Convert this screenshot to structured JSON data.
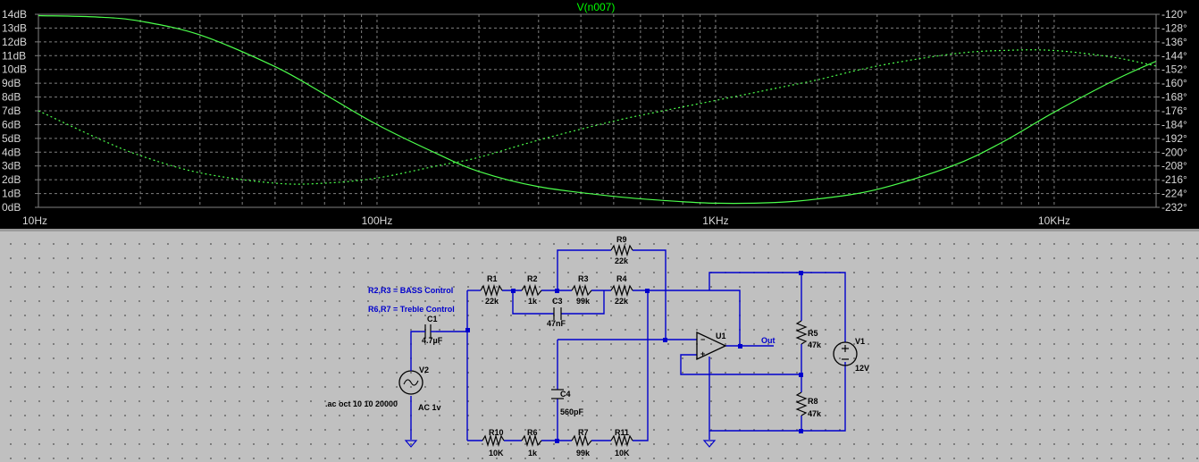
{
  "plot": {
    "title": "V(n007)",
    "colors": {
      "background": "#000000",
      "grid": "#7f7f7f",
      "trace": "#4cff4c",
      "title": "#00ff00",
      "text": "#d8d8d8"
    }
  },
  "chart_data": {
    "type": "line",
    "title": "V(n007)",
    "x_scale": "log",
    "xlim": [
      10,
      20000
    ],
    "x_tick_labels": [
      "10Hz",
      "100Hz",
      "1KHz",
      "10KHz"
    ],
    "y_left_label_unit": "dB",
    "ylim_left": [
      0,
      14
    ],
    "y_left_tick_labels": [
      "14dB",
      "13dB",
      "12dB",
      "11dB",
      "10dB",
      "9dB",
      "8dB",
      "7dB",
      "6dB",
      "5dB",
      "4dB",
      "3dB",
      "2dB",
      "1dB",
      "0dB"
    ],
    "ylim_right": [
      -232,
      -120
    ],
    "y_right_tick_labels": [
      "-120°",
      "-128°",
      "-136°",
      "-144°",
      "-152°",
      "-160°",
      "-168°",
      "-176°",
      "-184°",
      "-192°",
      "-200°",
      "-208°",
      "-216°",
      "-224°",
      "-232°"
    ],
    "grid": true,
    "series": [
      {
        "style": "solid",
        "axis": "left",
        "x": [
          10,
          15,
          20,
          30,
          50,
          70,
          100,
          150,
          200,
          300,
          500,
          700,
          1000,
          1500,
          2000,
          3000,
          5000,
          7000,
          10000,
          15000,
          20000
        ],
        "y": [
          13.9,
          13.8,
          13.5,
          12.5,
          10.2,
          8.2,
          6.0,
          3.9,
          2.6,
          1.5,
          0.8,
          0.5,
          0.3,
          0.35,
          0.6,
          1.3,
          3.0,
          4.7,
          6.9,
          9.2,
          10.6
        ]
      },
      {
        "style": "dotted",
        "axis": "right",
        "x": [
          10,
          15,
          20,
          30,
          50,
          70,
          100,
          150,
          200,
          300,
          500,
          700,
          1000,
          1500,
          2000,
          3000,
          5000,
          7000,
          10000,
          15000,
          20000
        ],
        "y": [
          -176,
          -192,
          -202,
          -212,
          -218,
          -218,
          -215,
          -208,
          -203,
          -193,
          -182,
          -176,
          -170,
          -163,
          -158,
          -150,
          -143,
          -141,
          -141,
          -145,
          -150
        ]
      }
    ]
  },
  "schematic": {
    "notes": {
      "bass": "R2,R3 = BASS Control",
      "treble": "R6,R7 = Treble Control"
    },
    "directive": ".ac oct 10 10 20000",
    "components": {
      "R1": {
        "name": "R1",
        "value": "22k"
      },
      "R2": {
        "name": "R2",
        "value": "1k"
      },
      "R3": {
        "name": "R3",
        "value": "99k"
      },
      "R4": {
        "name": "R4",
        "value": "22k"
      },
      "R9": {
        "name": "R9",
        "value": "22k"
      },
      "C3": {
        "name": "C3",
        "value": "47nF"
      },
      "C1": {
        "name": "C1",
        "value": "4.7µF"
      },
      "C4": {
        "name": "C4",
        "value": "560pF"
      },
      "V2": {
        "name": "V2",
        "value": "AC 1v"
      },
      "R10": {
        "name": "R10",
        "value": "10K"
      },
      "R6": {
        "name": "R6",
        "value": "1k"
      },
      "R7": {
        "name": "R7",
        "value": "99k"
      },
      "R11": {
        "name": "R11",
        "value": "10K"
      },
      "U1": {
        "name": "U1"
      },
      "R5": {
        "name": "R5",
        "value": "47k"
      },
      "R8": {
        "name": "R8",
        "value": "47k"
      },
      "V1": {
        "name": "V1",
        "value": "12V"
      }
    },
    "net_labels": {
      "out": "Out"
    }
  }
}
